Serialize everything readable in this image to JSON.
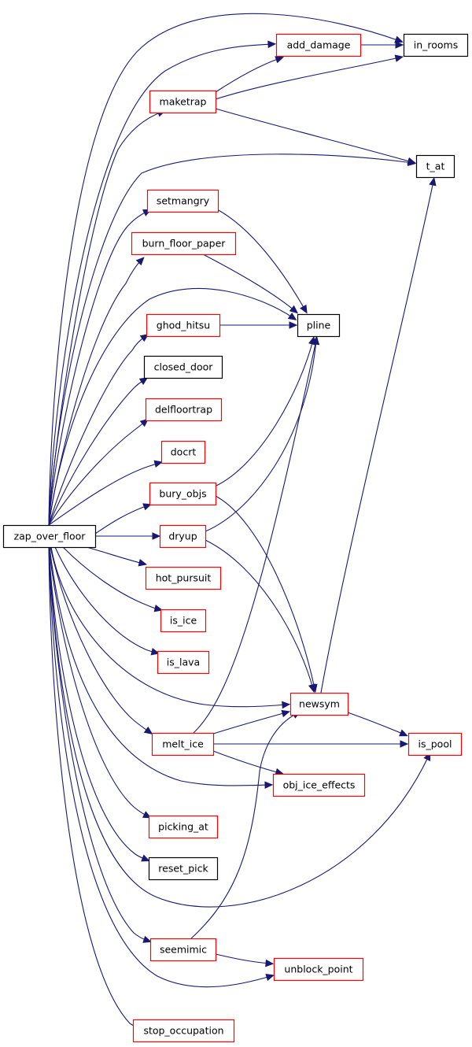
{
  "graph": {
    "colors": {
      "edge": "#191970",
      "border_linked": "#ff0000",
      "border_plain": "#000000",
      "root_fill": "#bfbfbf",
      "node_fill": "#ffffff"
    },
    "nodes": [
      {
        "id": "zap_over_floor",
        "label": "zap_over_floor",
        "kind": "root"
      },
      {
        "id": "in_rooms",
        "label": "in_rooms",
        "kind": "plain"
      },
      {
        "id": "add_damage",
        "label": "add_damage",
        "kind": "linked"
      },
      {
        "id": "maketrap",
        "label": "maketrap",
        "kind": "linked"
      },
      {
        "id": "t_at",
        "label": "t_at",
        "kind": "plain"
      },
      {
        "id": "setmangry",
        "label": "setmangry",
        "kind": "linked"
      },
      {
        "id": "burn_floor_paper",
        "label": "burn_floor_paper",
        "kind": "linked"
      },
      {
        "id": "pline",
        "label": "pline",
        "kind": "plain"
      },
      {
        "id": "ghod_hitsu",
        "label": "ghod_hitsu",
        "kind": "linked"
      },
      {
        "id": "closed_door",
        "label": "closed_door",
        "kind": "plain"
      },
      {
        "id": "delfloortrap",
        "label": "delfloortrap",
        "kind": "linked"
      },
      {
        "id": "docrt",
        "label": "docrt",
        "kind": "linked"
      },
      {
        "id": "bury_objs",
        "label": "bury_objs",
        "kind": "linked"
      },
      {
        "id": "dryup",
        "label": "dryup",
        "kind": "linked"
      },
      {
        "id": "hot_pursuit",
        "label": "hot_pursuit",
        "kind": "linked"
      },
      {
        "id": "is_ice",
        "label": "is_ice",
        "kind": "linked"
      },
      {
        "id": "is_lava",
        "label": "is_lava",
        "kind": "linked"
      },
      {
        "id": "newsym",
        "label": "newsym",
        "kind": "linked"
      },
      {
        "id": "melt_ice",
        "label": "melt_ice",
        "kind": "linked"
      },
      {
        "id": "is_pool",
        "label": "is_pool",
        "kind": "linked"
      },
      {
        "id": "obj_ice_effects",
        "label": "obj_ice_effects",
        "kind": "linked"
      },
      {
        "id": "picking_at",
        "label": "picking_at",
        "kind": "linked"
      },
      {
        "id": "reset_pick",
        "label": "reset_pick",
        "kind": "plain"
      },
      {
        "id": "seemimic",
        "label": "seemimic",
        "kind": "linked"
      },
      {
        "id": "unblock_point",
        "label": "unblock_point",
        "kind": "linked"
      },
      {
        "id": "stop_occupation",
        "label": "stop_occupation",
        "kind": "linked"
      }
    ],
    "edges": [
      {
        "from": "zap_over_floor",
        "to": "in_rooms"
      },
      {
        "from": "zap_over_floor",
        "to": "add_damage"
      },
      {
        "from": "zap_over_floor",
        "to": "maketrap"
      },
      {
        "from": "zap_over_floor",
        "to": "t_at"
      },
      {
        "from": "zap_over_floor",
        "to": "setmangry"
      },
      {
        "from": "zap_over_floor",
        "to": "burn_floor_paper"
      },
      {
        "from": "zap_over_floor",
        "to": "pline"
      },
      {
        "from": "zap_over_floor",
        "to": "ghod_hitsu"
      },
      {
        "from": "zap_over_floor",
        "to": "closed_door"
      },
      {
        "from": "zap_over_floor",
        "to": "delfloortrap"
      },
      {
        "from": "zap_over_floor",
        "to": "docrt"
      },
      {
        "from": "zap_over_floor",
        "to": "bury_objs"
      },
      {
        "from": "zap_over_floor",
        "to": "dryup"
      },
      {
        "from": "zap_over_floor",
        "to": "hot_pursuit"
      },
      {
        "from": "zap_over_floor",
        "to": "is_ice"
      },
      {
        "from": "zap_over_floor",
        "to": "is_lava"
      },
      {
        "from": "zap_over_floor",
        "to": "newsym"
      },
      {
        "from": "zap_over_floor",
        "to": "melt_ice"
      },
      {
        "from": "zap_over_floor",
        "to": "obj_ice_effects"
      },
      {
        "from": "zap_over_floor",
        "to": "picking_at"
      },
      {
        "from": "zap_over_floor",
        "to": "reset_pick"
      },
      {
        "from": "zap_over_floor",
        "to": "is_pool"
      },
      {
        "from": "zap_over_floor",
        "to": "seemimic"
      },
      {
        "from": "zap_over_floor",
        "to": "unblock_point"
      },
      {
        "from": "zap_over_floor",
        "to": "stop_occupation"
      },
      {
        "from": "add_damage",
        "to": "in_rooms"
      },
      {
        "from": "maketrap",
        "to": "add_damage"
      },
      {
        "from": "maketrap",
        "to": "in_rooms"
      },
      {
        "from": "maketrap",
        "to": "t_at"
      },
      {
        "from": "setmangry",
        "to": "pline"
      },
      {
        "from": "burn_floor_paper",
        "to": "pline"
      },
      {
        "from": "ghod_hitsu",
        "to": "pline"
      },
      {
        "from": "bury_objs",
        "to": "pline"
      },
      {
        "from": "bury_objs",
        "to": "newsym"
      },
      {
        "from": "dryup",
        "to": "pline"
      },
      {
        "from": "dryup",
        "to": "newsym"
      },
      {
        "from": "newsym",
        "to": "t_at"
      },
      {
        "from": "newsym",
        "to": "is_pool"
      },
      {
        "from": "melt_ice",
        "to": "pline"
      },
      {
        "from": "melt_ice",
        "to": "newsym"
      },
      {
        "from": "melt_ice",
        "to": "is_pool"
      },
      {
        "from": "melt_ice",
        "to": "obj_ice_effects"
      },
      {
        "from": "seemimic",
        "to": "newsym"
      },
      {
        "from": "seemimic",
        "to": "unblock_point"
      }
    ]
  }
}
